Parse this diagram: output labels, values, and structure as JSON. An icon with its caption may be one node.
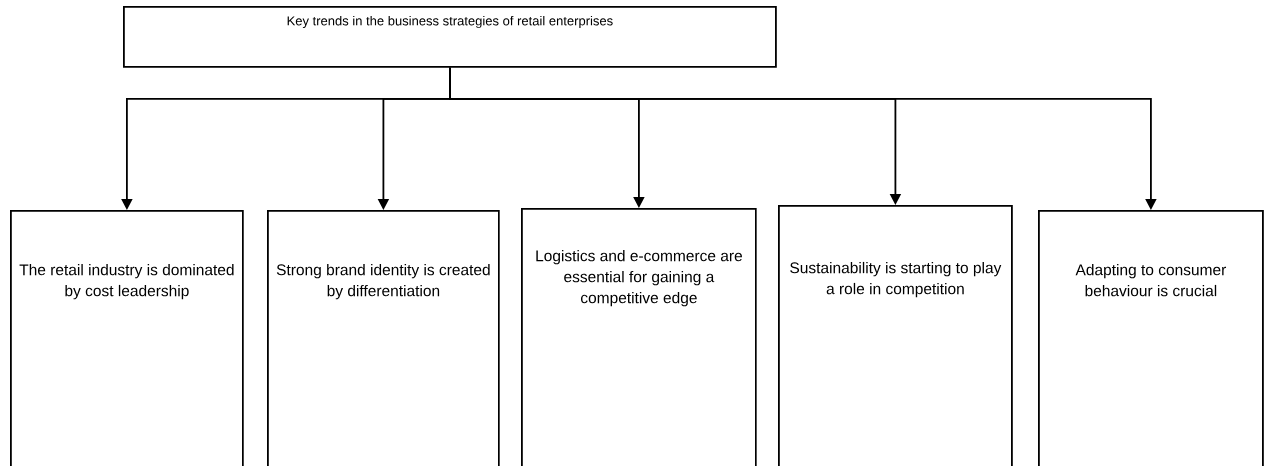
{
  "diagram": {
    "nodes": [
      {
        "text": [
          "Key trends in the business strategies of retail enterprises"
        ]
      },
      {
        "text": [
          "The retail industry is dominated by cost leadership"
        ]
      },
      {
        "text": [
          "Strong brand identity is created by differentiation"
        ]
      },
      {
        "text": [
          "Logistics and e-commerce are essential for gaining a competitive edge"
        ]
      },
      {
        "text": [
          "Sustainability is starting to play a role in competition"
        ]
      },
      {
        "text": [
          "Adapting to consumer behaviour is crucial"
        ]
      }
    ],
    "edges": [
      {
        "from": 0,
        "to": 1,
        "arrow": "to"
      },
      {
        "from": 0,
        "to": 2,
        "arrow": "to"
      },
      {
        "from": 0,
        "to": 3,
        "arrow": "to"
      },
      {
        "from": 0,
        "to": 4,
        "arrow": "to"
      },
      {
        "from": 0,
        "to": 5,
        "arrow": "to"
      }
    ]
  }
}
